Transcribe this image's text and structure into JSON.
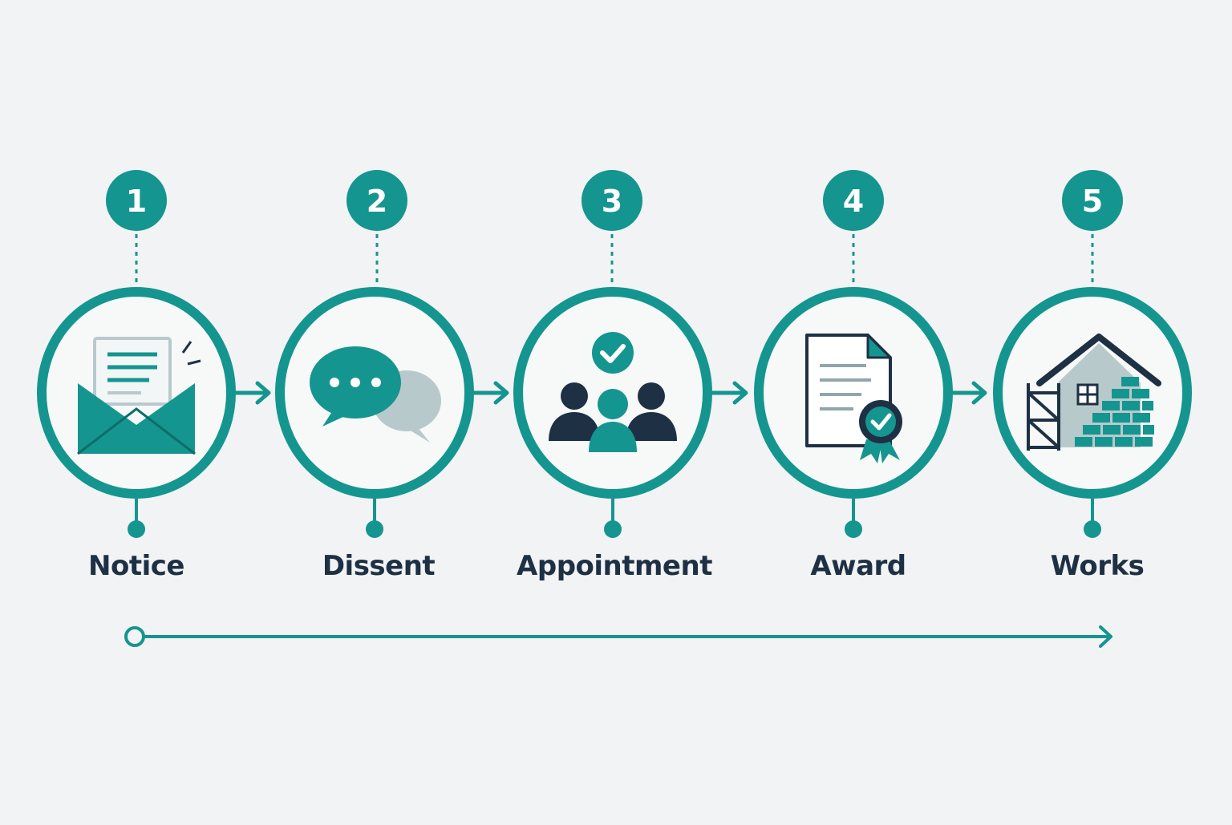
{
  "colors": {
    "background": "#f2f3f4",
    "accent": "#15958f",
    "dark": "#1e3044",
    "light_grey": "#b8c9cc",
    "ring_fill": "#f7f8f8"
  },
  "steps": [
    {
      "number": "1",
      "label": "Notice",
      "icon": "envelope-letter-icon"
    },
    {
      "number": "2",
      "label": "Dissent",
      "icon": "speech-bubbles-icon"
    },
    {
      "number": "3",
      "label": "Appointment",
      "icon": "team-check-icon"
    },
    {
      "number": "4",
      "label": "Award",
      "icon": "certificate-document-icon"
    },
    {
      "number": "5",
      "label": "Works",
      "icon": "house-construction-icon"
    }
  ],
  "timeline": {
    "icon": "timeline-arrow-icon"
  }
}
